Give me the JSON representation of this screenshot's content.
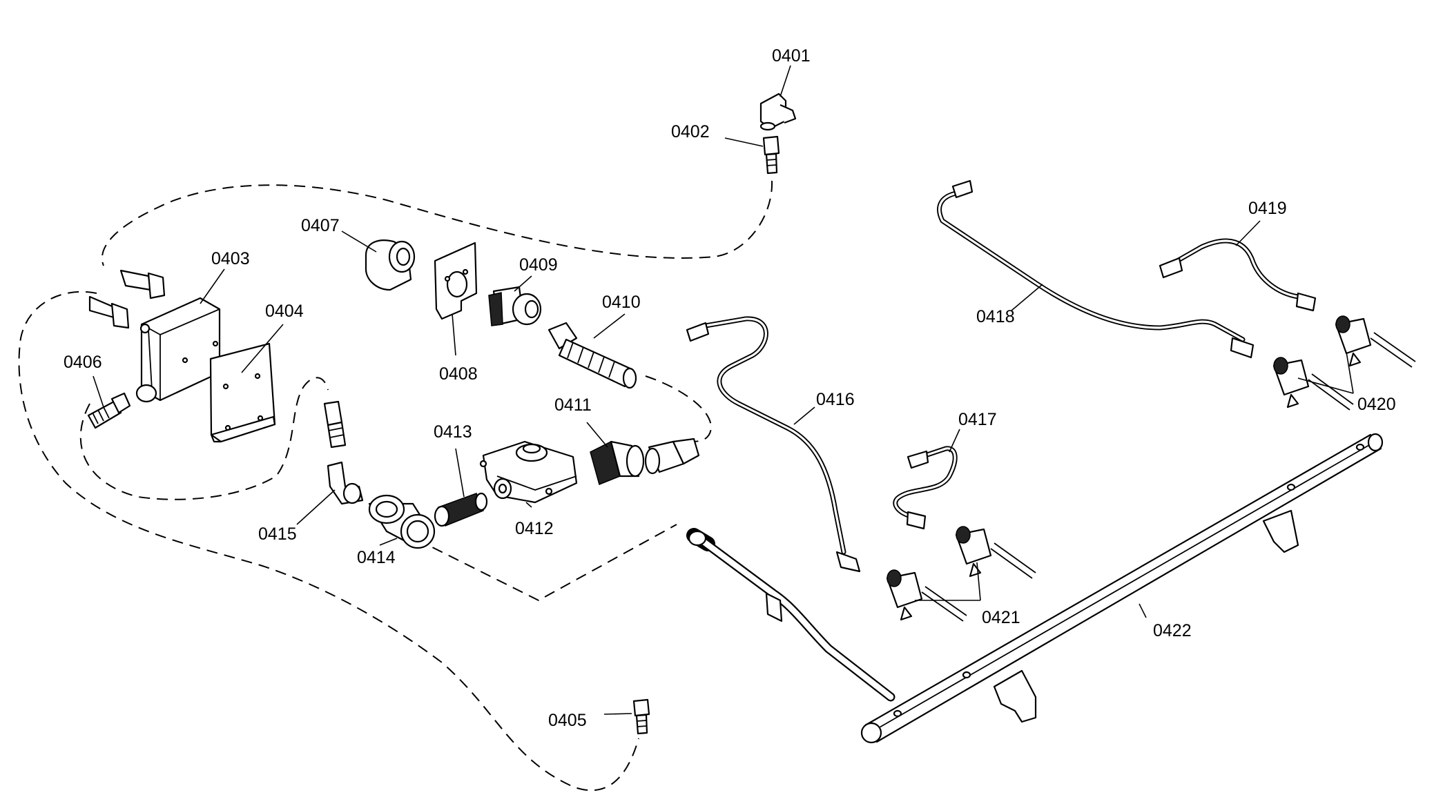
{
  "callouts": {
    "p0401": "0401",
    "p0402": "0402",
    "p0403": "0403",
    "p0404": "0404",
    "p0405": "0405",
    "p0406": "0406",
    "p0407": "0407",
    "p0408": "0408",
    "p0409": "0409",
    "p0410": "0410",
    "p0411": "0411",
    "p0412": "0412",
    "p0413": "0413",
    "p0414": "0414",
    "p0415": "0415",
    "p0416": "0416",
    "p0417": "0417",
    "p0418": "0418",
    "p0419": "0419",
    "p0420": "0420",
    "p0421": "0421",
    "p0422": "0422"
  },
  "colors": {
    "line": "#000000",
    "background": "#ffffff"
  }
}
